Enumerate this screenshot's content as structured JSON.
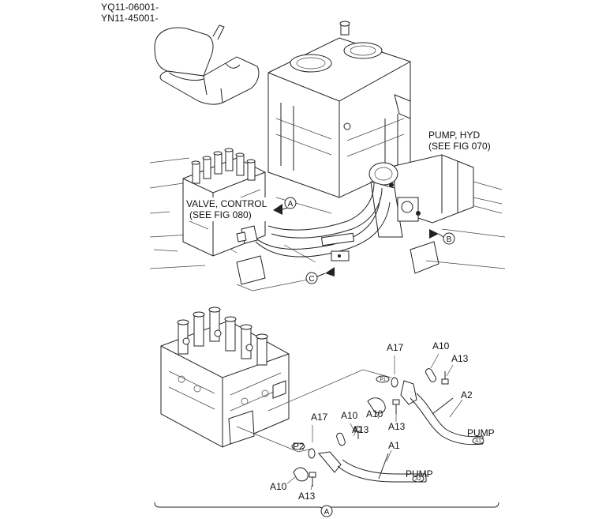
{
  "serial_numbers": [
    "YQ11-06001-",
    "YN11-45001-"
  ],
  "callouts": {
    "pump_ref_line1": "PUMP, HYD",
    "pump_ref_line2": "(SEE FIG 070)",
    "valve_ref_line1": "VALVE, CONTROL",
    "valve_ref_line2": "(SEE FIG 080)",
    "view_a": "A",
    "view_b": "B",
    "view_c": "C"
  },
  "parts": {
    "a17_upper": "A17",
    "a10_upper": "A10",
    "a13_upper": "A13",
    "a2": "A2",
    "pump_upper": "PUMP",
    "port_a1": "A1",
    "port_p1": "P1",
    "a17_lower": "A17",
    "a10_mid": "A10",
    "a10_mid2": "A10",
    "a13_mid": "A13",
    "a13_mid2": "A13",
    "port_p2": "P2",
    "a1": "A1",
    "pump_lower": "PUMP",
    "port_a2": "A2",
    "a10_lower": "A10",
    "a13_lower": "A13"
  },
  "detail_label": "A"
}
